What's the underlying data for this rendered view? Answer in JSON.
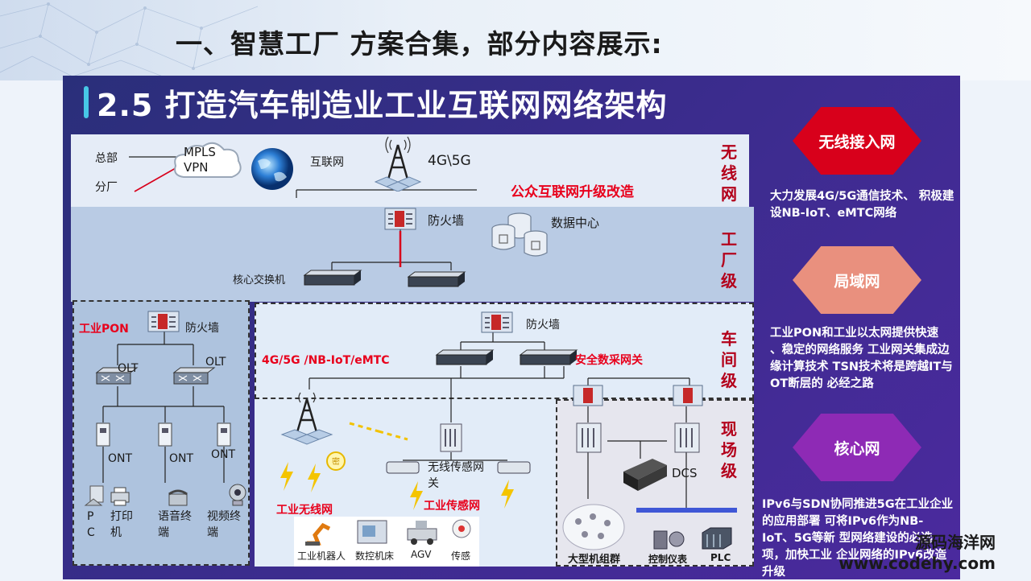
{
  "slide_title": "一、智慧工厂 方案合集，部分内容展示:",
  "diagram_title": "2.5 打造汽车制造业工业互联网网络架构",
  "levels": {
    "wireless": "无线网",
    "factory": "工厂级",
    "workshop": "车间级",
    "field": "现场级"
  },
  "wan": {
    "hq": "总部",
    "branch": "分厂",
    "mpls_vpn": "MPLS\nVPN",
    "internet": "互联网",
    "cellular": "4G\\5G",
    "upgrade": "公众互联网升级改造"
  },
  "factory": {
    "firewall": "防火墙",
    "datacenter": "数据中心",
    "core_switch": "核心交换机"
  },
  "pon": {
    "title": "工业PON",
    "firewall": "防火墙",
    "olt1": "OLT",
    "olt2": "OLT",
    "ont1": "ONT",
    "ont2": "ONT",
    "ont3": "ONT",
    "pc": "P\nC",
    "printer": "打印\n机",
    "voice": "语音终\n端",
    "video": "视频终\n端"
  },
  "workshop": {
    "firewall": "防火墙",
    "wireless_tech": "4G/5G /NB-IoT/eMTC",
    "secure_gateway": "安全数采网关",
    "sensor_gateway": "无线传感网\n关",
    "industrial_wireless": "工业无线网",
    "industrial_sensor": "工业传感网",
    "robot": "工业机器人",
    "cnc": "数控机床",
    "agv": "AGV",
    "sensor": "传感"
  },
  "field": {
    "dcs": "DCS",
    "machine_group": "大型机组群",
    "instrument": "控制仪表",
    "plc": "PLC"
  },
  "sidebar": [
    {
      "badge": "无线接入网",
      "color": "#d8001b",
      "desc": "大力发展4G/5G通信技术、 积极建设NB-IoT、eMTC网络"
    },
    {
      "badge": "局域网",
      "color": "#e9907e",
      "desc": "工业PON和工业以太网提供快速\n、稳定的网络服务 工业网关集成边缘计算技术 TSN技术将是跨越IT与OT断层的 必经之路"
    },
    {
      "badge": "核心网",
      "color": "#8e2ab5",
      "desc": "IPv6与SDN协同推进5G在工业企业的应用部署 可将IPv6作为NB-IoT、5G等新 型网络建设的必选项，加快工业 企业网络的IPv6改造升级"
    }
  ],
  "watermark": "源码海洋网\nwww.codehy.com"
}
